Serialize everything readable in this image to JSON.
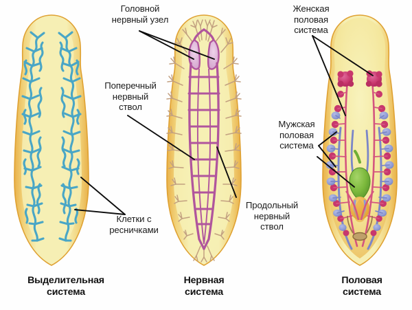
{
  "diagram": {
    "subject": "planarian-organ-systems",
    "background_color": "#fefefe",
    "body_fill": "#f3eeae",
    "body_rim": "#edb84a",
    "body_outline": "#e0a333",
    "text_color": "#1b1b1b",
    "leader_color": "#0d0d0d"
  },
  "labels": {
    "cerebral_ganglion": "Головной\nнервный узел",
    "transverse_nerve_cord": "Поперечный\nнервный\nствол",
    "ciliated_cells": "Клетки с\nресничками",
    "longitudinal_nerve_cord": "Продольный\nнервный\nствол",
    "female_reproductive": "Женская\nполовая\nсистема",
    "male_reproductive": "Мужская\nполовая\nсистема"
  },
  "captions": {
    "excretory": "Выделительная\nсистема",
    "nervous": "Нервная\nсистема",
    "reproductive": "Половая\nсистема"
  },
  "panels": [
    {
      "id": "excretory",
      "caption_key": "excretory",
      "structure_color": "#49a6c6",
      "structure_color_light": "#6dc2dc",
      "organs": [
        "protonephridia-network",
        "ciliated-flame-cells"
      ]
    },
    {
      "id": "nervous",
      "caption_key": "nervous",
      "structure_color": "#b0559d",
      "ganglion_color": "#dcb3d6",
      "peripheral_nerve_color": "#c09a7a",
      "organs": [
        "cerebral-ganglion",
        "longitudinal-nerve-cord",
        "transverse-commissure",
        "peripheral-nerves"
      ]
    },
    {
      "id": "reproductive",
      "caption_key": "reproductive",
      "ovary_color": "#c8376d",
      "oviduct_color": "#d4557f",
      "testis_color": "#8f9bd4",
      "vas_deferens_color": "#7b86c8",
      "copulatory_organ_color": "#6fae35",
      "seminal_vesicle_color": "#e9a83a",
      "genital_pore_color": "#9a7a4a",
      "organs": [
        "ovaries",
        "oviducts",
        "testes",
        "vas-deferens",
        "copulatory-organ",
        "seminal-vesicle",
        "genital-pore"
      ]
    }
  ]
}
